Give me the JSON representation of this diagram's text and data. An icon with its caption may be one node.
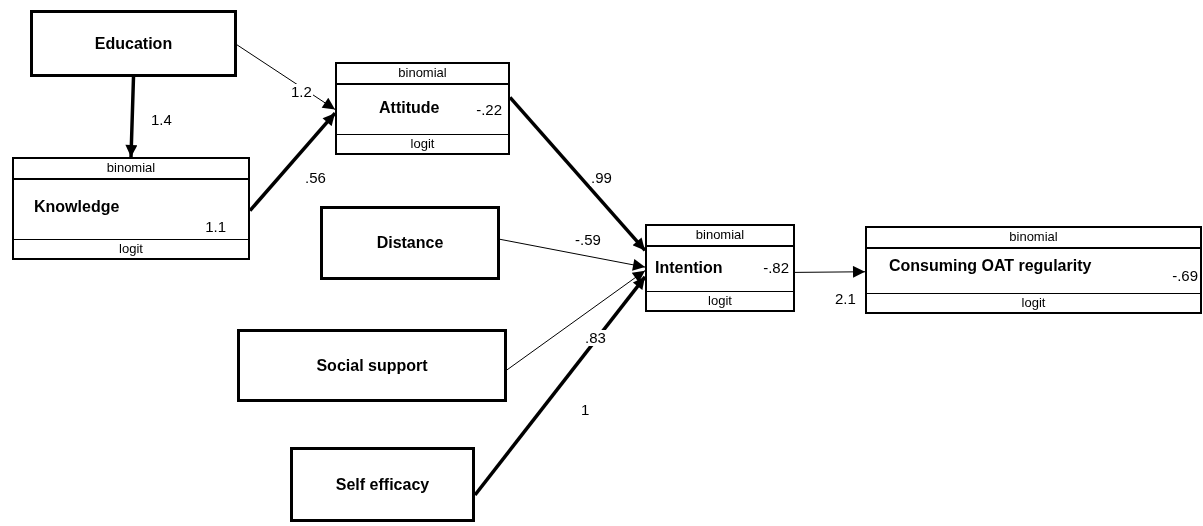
{
  "diagram": {
    "nodes": [
      {
        "text": [
          "Education"
        ]
      },
      {
        "text": [
          "binomial",
          "Knowledge",
          "1.1",
          "logit"
        ]
      },
      {
        "text": [
          "binomial",
          "Attitude",
          "-.22",
          "logit"
        ]
      },
      {
        "text": [
          "Distance"
        ]
      },
      {
        "text": [
          "Social support"
        ]
      },
      {
        "text": [
          "Self efficacy"
        ]
      },
      {
        "text": [
          "binomial",
          "Intention",
          "-.82",
          "logit"
        ]
      },
      {
        "text": [
          "binomial",
          "Consuming OAT regularity",
          "-.69",
          "logit"
        ]
      }
    ],
    "edges": [
      {
        "from": 0,
        "to": 2,
        "arrow": "to",
        "label": "1.2"
      },
      {
        "from": 0,
        "to": 1,
        "arrow": "to",
        "label": "1.4",
        "style": "thick"
      },
      {
        "from": 1,
        "to": 2,
        "arrow": "to",
        "label": ".56",
        "style": "thick"
      },
      {
        "from": 2,
        "to": 6,
        "arrow": "to",
        "label": ".99",
        "style": "thick"
      },
      {
        "from": 3,
        "to": 6,
        "arrow": "to",
        "label": "-.59"
      },
      {
        "from": 4,
        "to": 6,
        "arrow": "to",
        "label": ".83"
      },
      {
        "from": 5,
        "to": 6,
        "arrow": "to",
        "label": "1",
        "style": "thick"
      },
      {
        "from": 6,
        "to": 7,
        "arrow": "to",
        "label": "2.1"
      }
    ]
  }
}
